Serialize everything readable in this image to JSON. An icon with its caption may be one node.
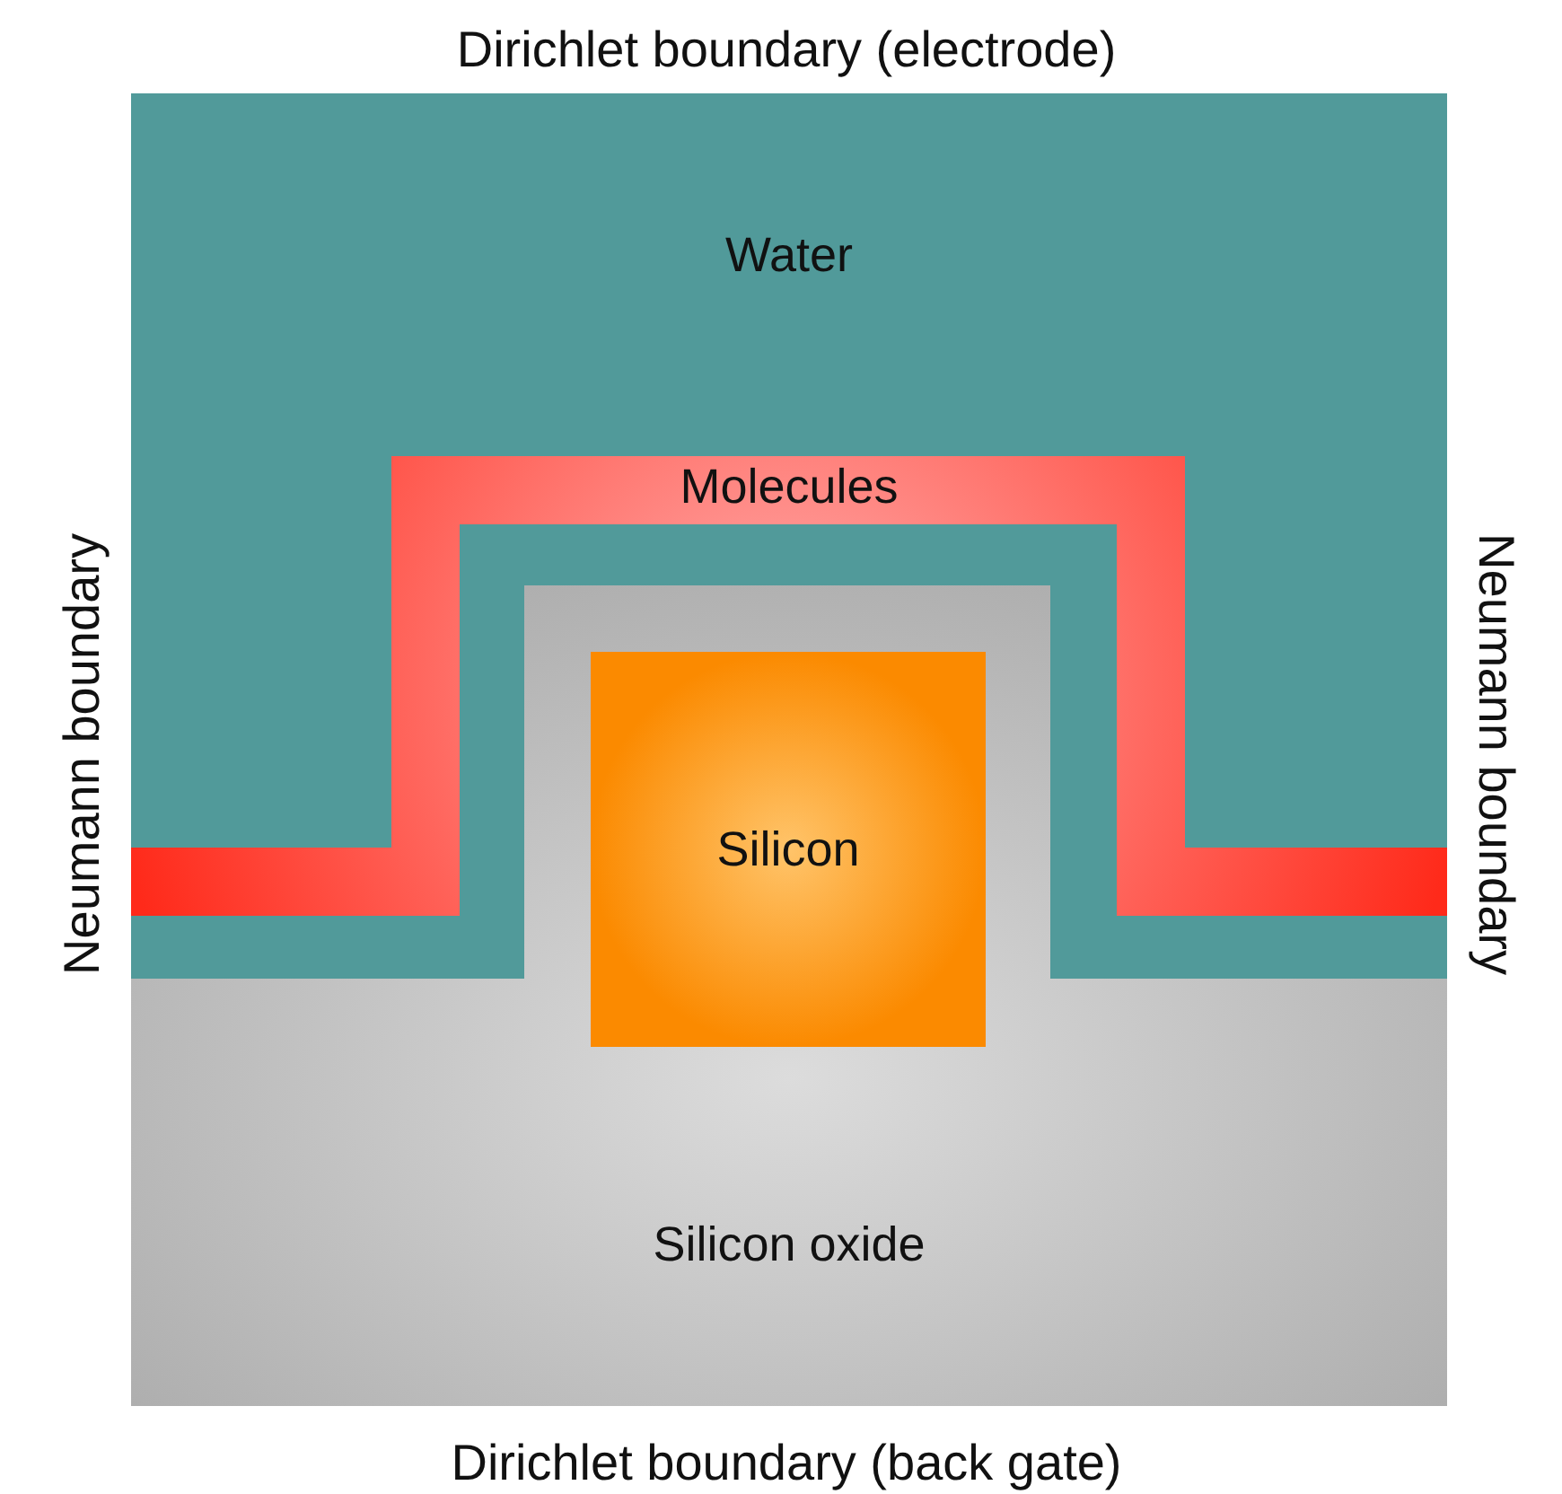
{
  "diagram": {
    "nodes": [
      {
        "text": [
          "Water"
        ]
      },
      {
        "text": [
          "Molecules"
        ],
        "in": 0
      },
      {
        "text": [
          "Silicon oxide"
        ]
      },
      {
        "text": [
          "Silicon"
        ],
        "in": 2
      }
    ],
    "labels": [
      "Dirichlet boundary (electrode)",
      "Neumann boundary",
      "Neumann boundary",
      "Dirichlet boundary (back gate)"
    ]
  }
}
